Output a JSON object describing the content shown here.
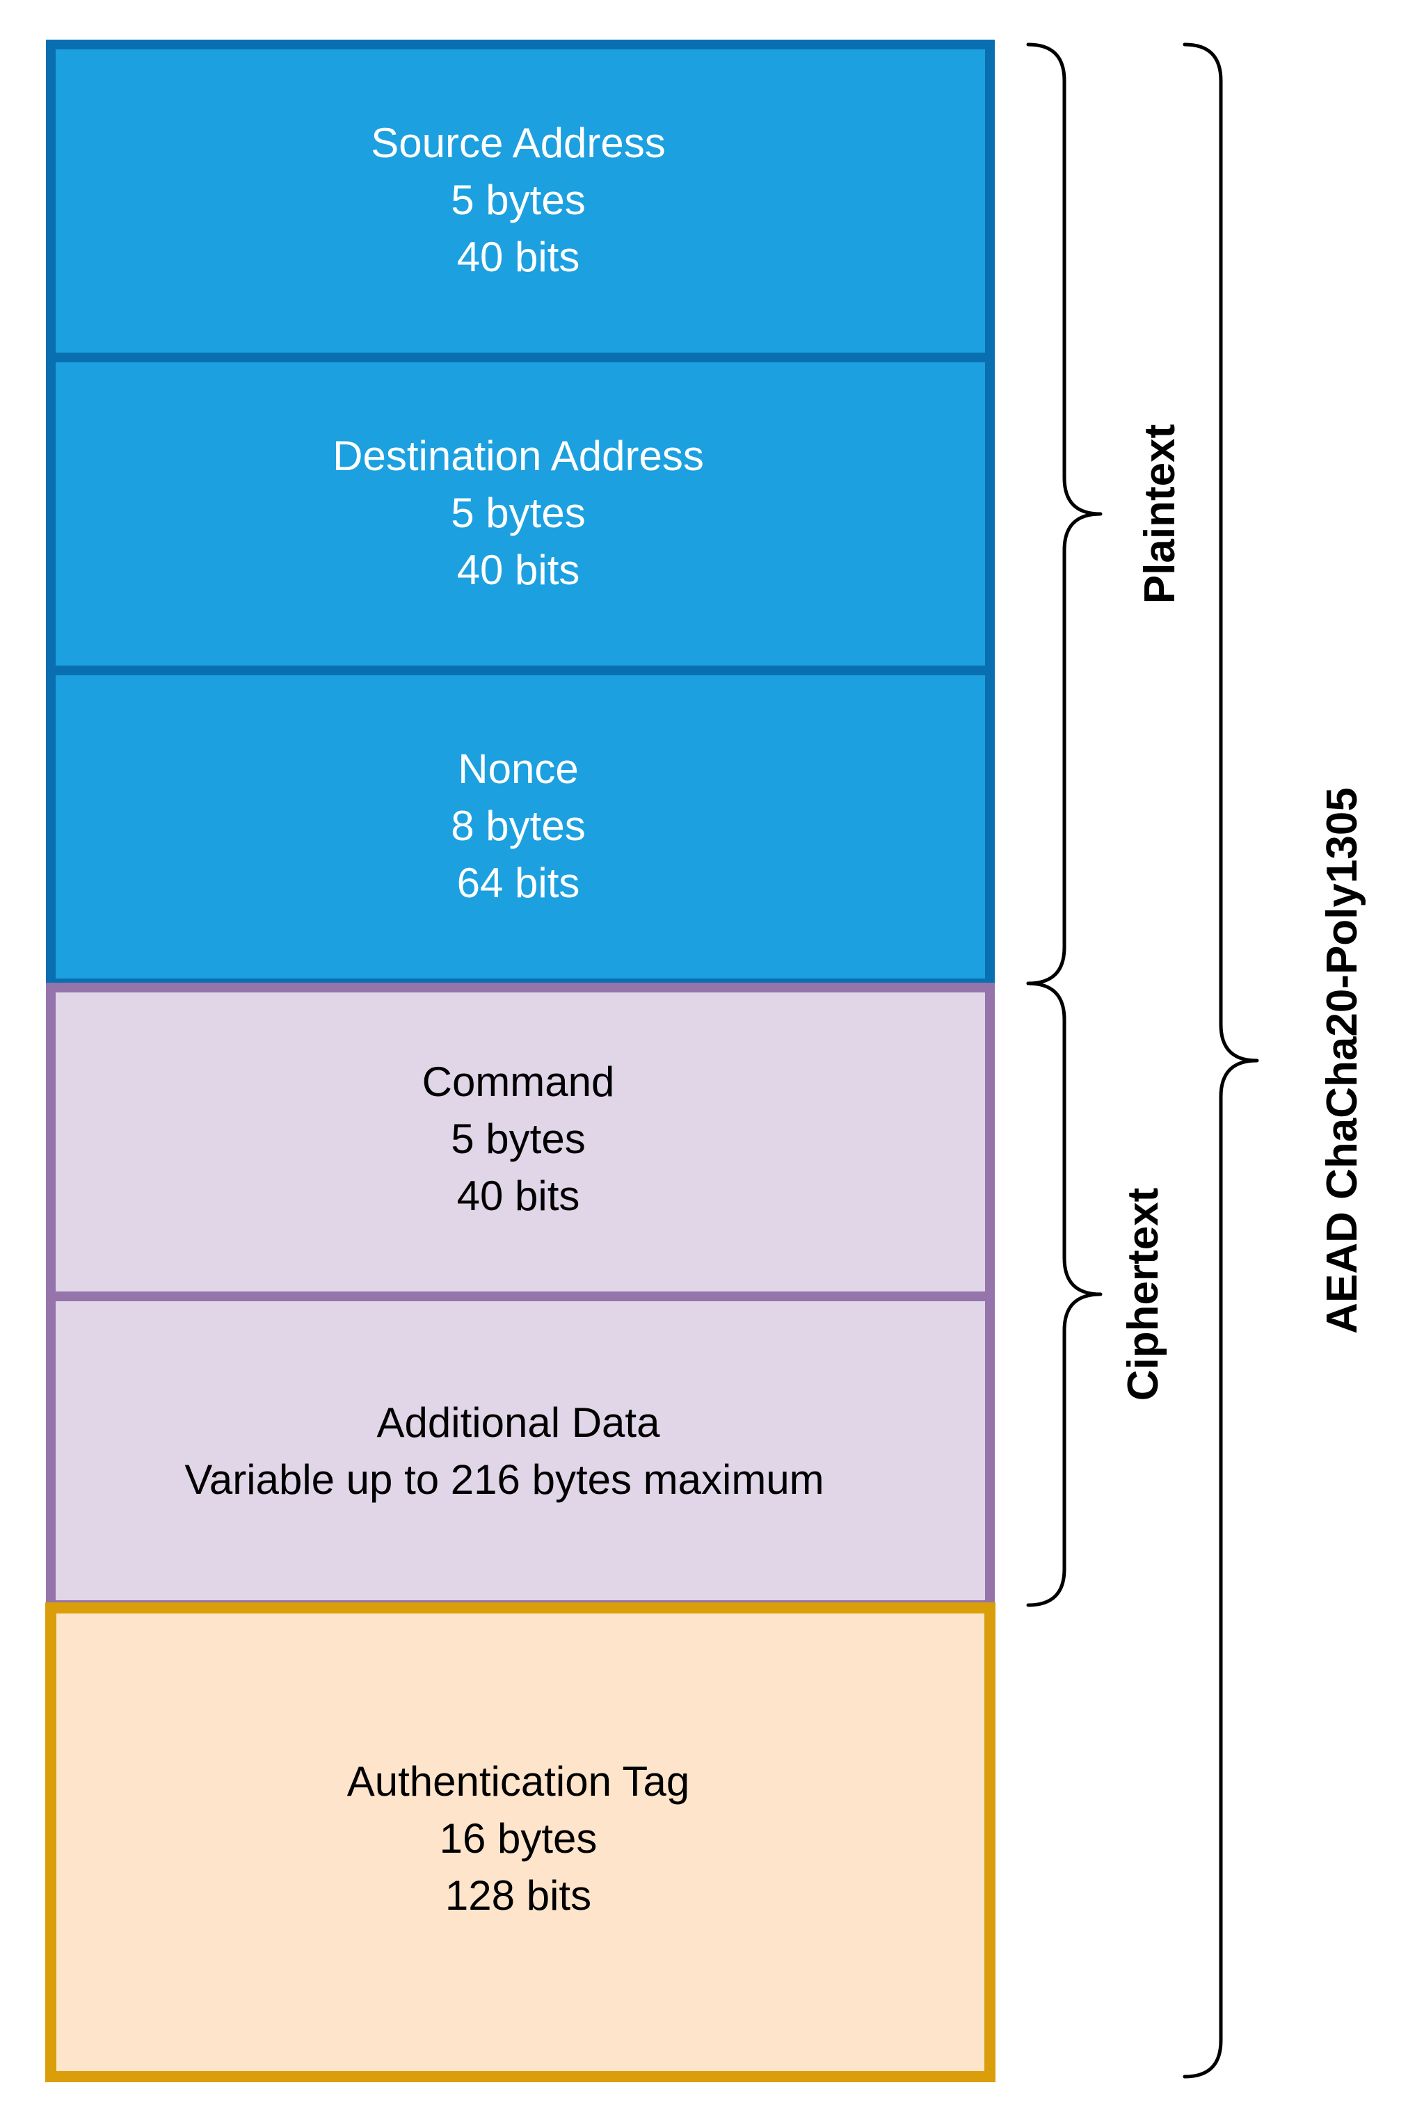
{
  "colors": {
    "plaintext_fill": "#1ca0e0",
    "plaintext_border": "#0a6fb0",
    "ciphertext_fill": "#e1d5e8",
    "ciphertext_border": "#9474aa",
    "tag_fill": "#fde4ca",
    "tag_border": "#d99e0a",
    "white_text": "#ffffff",
    "dark_text": "#000000"
  },
  "segments": [
    {
      "title": "Source Address",
      "lines": [
        "5 bytes",
        "40 bits"
      ]
    },
    {
      "title": "Destination Address",
      "lines": [
        "5 bytes",
        "40 bits"
      ]
    },
    {
      "title": "Nonce",
      "lines": [
        "8 bytes",
        "64 bits"
      ]
    },
    {
      "title": "Command",
      "lines": [
        "5 bytes",
        "40 bits"
      ]
    },
    {
      "title": "Additional Data",
      "lines": [
        "Variable up to 216 bytes maximum"
      ]
    },
    {
      "title": "Authentication Tag",
      "lines": [
        "16 bytes",
        "128 bits"
      ]
    }
  ],
  "braces": {
    "plaintext": "Plaintext",
    "ciphertext": "Ciphertext",
    "aead": "AEAD ChaCha20-Poly1305"
  }
}
